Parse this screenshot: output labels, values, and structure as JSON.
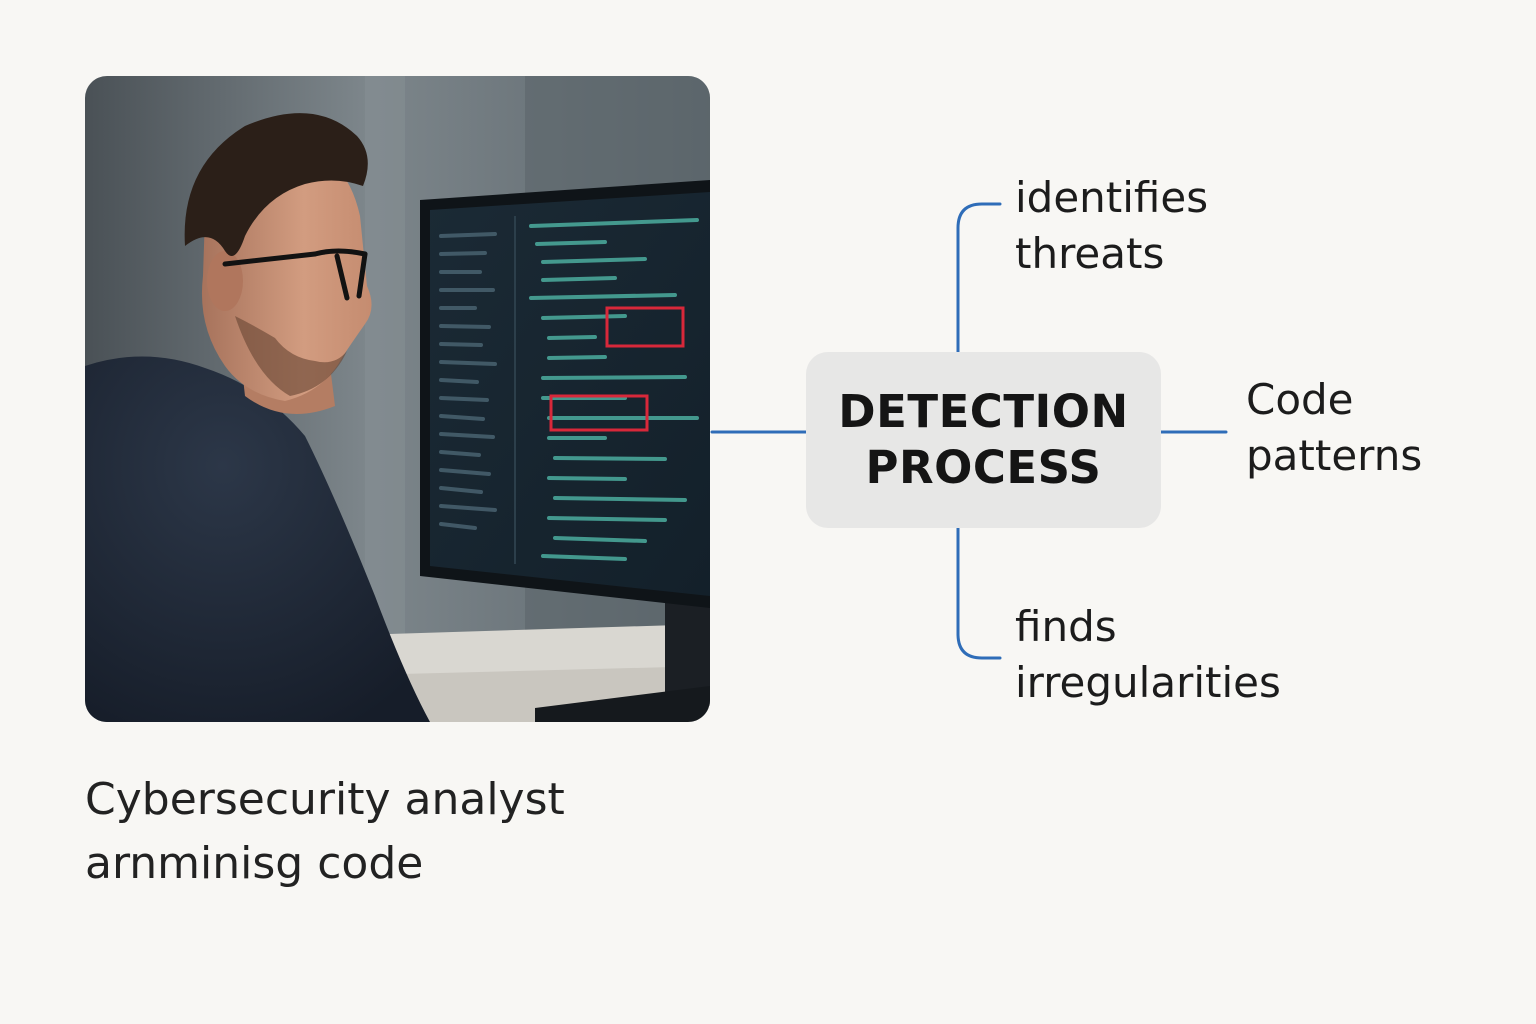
{
  "caption": {
    "line1": "Cybersecurity analyst",
    "line2": "arnminisg code"
  },
  "center_node": {
    "line1": "DETECTION",
    "line2": "PROCESS"
  },
  "branches": [
    {
      "line1": "identifies",
      "line2": "threats"
    },
    {
      "line1": "Code",
      "line2": "patterns"
    },
    {
      "line1": "finds",
      "line2": "irregularities"
    }
  ],
  "colors": {
    "background": "#f8f7f4",
    "connector": "#2f6db8",
    "node_fill": "#e7e7e6",
    "highlight_box": "#d8283a"
  },
  "icons": {
    "photo": "analyst-at-monitor-illustration"
  }
}
